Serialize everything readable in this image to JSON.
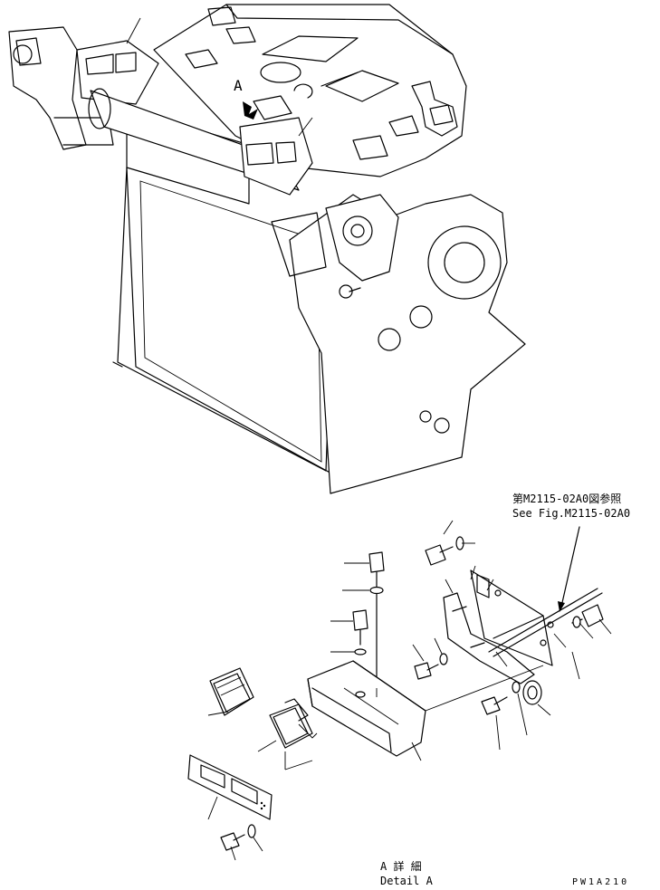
{
  "reference": {
    "jp": "第M2115-02A0図参照",
    "en": "See Fig.M2115-02A0"
  },
  "view_marker": "A",
  "detail_caption": {
    "jp": "A 詳 細",
    "en": "Detail A"
  },
  "figure_code": "PW1A210"
}
